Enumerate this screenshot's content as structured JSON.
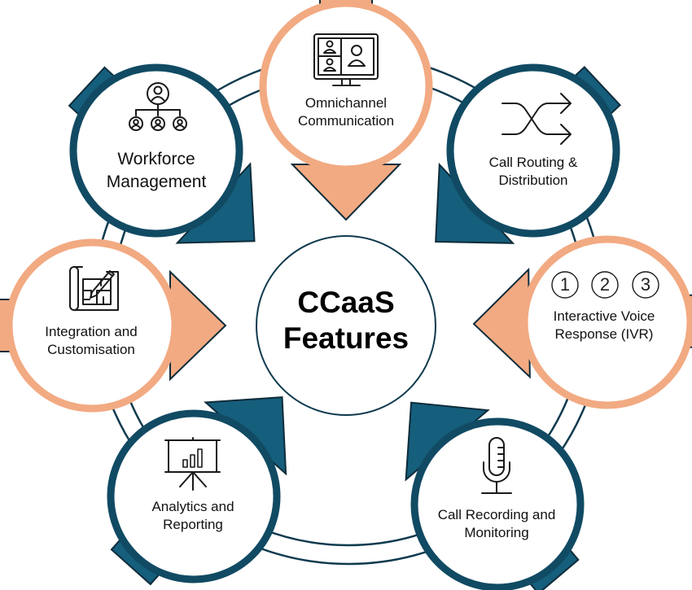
{
  "title": {
    "line1": "CCaaS",
    "line2": "Features"
  },
  "colors": {
    "teal": "#155e7c",
    "teal_border": "#114a63",
    "salmon": "#f2aa82",
    "outline": "#0e2c3a",
    "ring": "#0f3a4e",
    "text": "#111111"
  },
  "features": [
    {
      "id": "omnichannel",
      "line1": "Omnichannel",
      "line2": "Communication",
      "icon": "video-conference-icon",
      "theme": "salmon"
    },
    {
      "id": "call-routing",
      "line1": "Call Routing &",
      "line2": "Distribution",
      "icon": "shuffle-arrows-icon",
      "theme": "teal"
    },
    {
      "id": "ivr",
      "line1": "Interactive Voice",
      "line2": "Response (IVR)",
      "icon": "numbered-options-icon",
      "theme": "salmon",
      "icon_numbers": [
        "1",
        "2",
        "3"
      ]
    },
    {
      "id": "call-recording",
      "line1": "Call Recording and",
      "line2": "Monitoring",
      "icon": "microphone-icon",
      "theme": "teal"
    },
    {
      "id": "analytics",
      "line1": "Analytics and",
      "line2": "Reporting",
      "icon": "presentation-chart-icon",
      "theme": "teal"
    },
    {
      "id": "integration",
      "line1": "Integration and",
      "line2": "Customisation",
      "icon": "blueprint-pencil-icon",
      "theme": "salmon"
    },
    {
      "id": "workforce",
      "line1": "Workforce",
      "line2": "Management",
      "icon": "org-chart-icon",
      "theme": "teal"
    }
  ]
}
